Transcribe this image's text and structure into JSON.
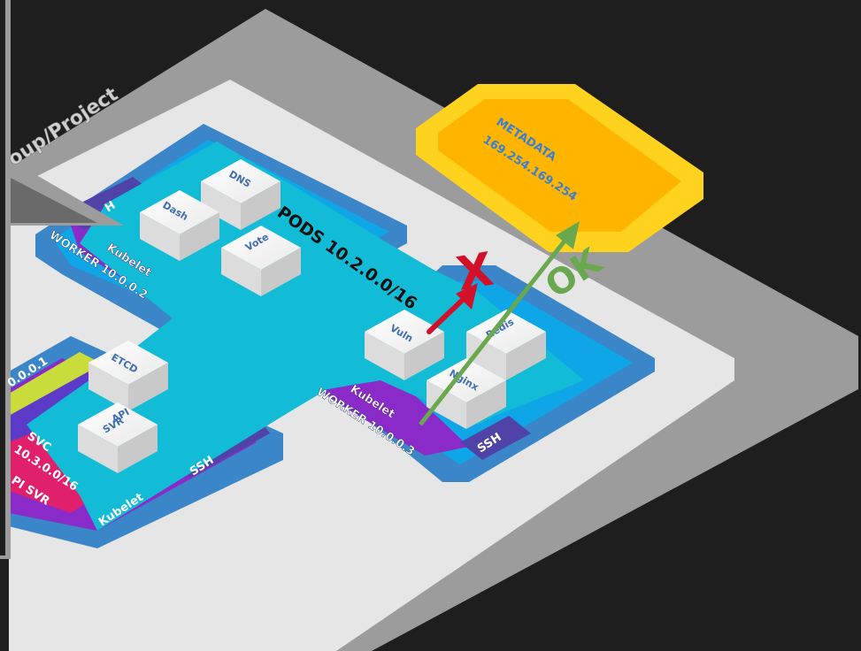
{
  "labels": {
    "group_project": "oup/Project",
    "pods": "PODS 10.2.0.0/16",
    "ok": "OK",
    "x_mark": "X",
    "metadata_title": "METADATA",
    "metadata_ip": "169.254.169.254",
    "kubelet": "Kubelet",
    "ssh": "SSH",
    "worker_2": "WORKER 10.0.0.2",
    "worker_3": "WORKER 10.0.0.3",
    "master_ip": "0.0.0.1",
    "svc": "SVC",
    "svc_cidr": "10.3.0.0/16",
    "api_svr_strip": "PI SVR",
    "ssh_fragment": "H"
  },
  "pods": {
    "dns": "DNS",
    "dash": "Dash",
    "vote": "Vote",
    "vuln": "Vuln",
    "redis": "Redis",
    "nginx": "Nginx",
    "etcd": "ETCD",
    "api_line1": "API",
    "api_line2": "SVR"
  },
  "colors": {
    "background": "#1e1e1e",
    "project_outer": "#9c9c9c",
    "project_inner": "#e6e6e6",
    "worker_blue": "#3a86c8",
    "pod_network": "#12bcd6",
    "kubelet_purple": "#8a2bc9",
    "ssh_indigo": "#5043a8",
    "api_pink": "#e0206a",
    "etcd_lime": "#c8dc3c",
    "metadata_yellow": "#ffd21e",
    "metadata_orange": "#ffb400",
    "ok_green": "#6aa84f",
    "blocked_red": "#d3102a"
  }
}
